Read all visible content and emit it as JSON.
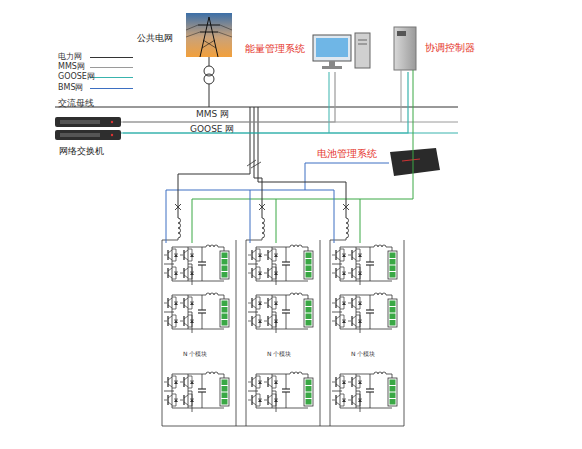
{
  "diagram": {
    "nodes": [
      {
        "text": [
          "公共电网"
        ]
      },
      {
        "text": [
          "能量管理系统"
        ]
      },
      {
        "text": [
          "协调控制器"
        ]
      },
      {
        "text": [
          "网络交换机"
        ]
      },
      {
        "text": [
          "电池管理系统"
        ]
      }
    ],
    "edges": [
      {
        "from": 3,
        "to": 1,
        "arrow": "none"
      },
      {
        "from": 3,
        "to": 2,
        "arrow": "none"
      }
    ],
    "labels": [
      "交流母线",
      "MMS 网",
      "GOOSE 网",
      "N 个模块",
      "N 个模块",
      "N 个模块"
    ],
    "legend": [
      {
        "text": "电力网"
      },
      {
        "text": "MMS网"
      },
      {
        "text": "GOOSE网"
      },
      {
        "text": "BMS网"
      }
    ]
  }
}
